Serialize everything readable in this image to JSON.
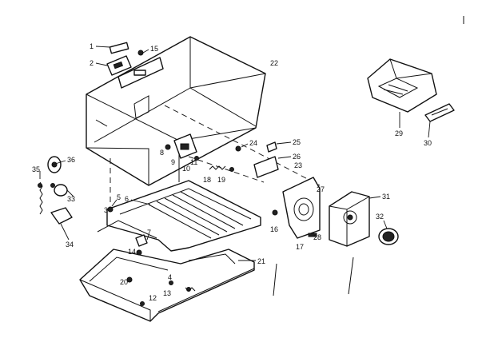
{
  "callouts": {
    "c1": "1",
    "c2": "2",
    "c15": "15",
    "c22": "22",
    "c24": "24",
    "c25": "25",
    "c26": "26",
    "c29": "29",
    "c30": "30",
    "c31": "31",
    "c32": "32",
    "c5": "5",
    "c6": "6",
    "c7": "7",
    "c3": "3",
    "c21": "21",
    "c4": "4",
    "c13": "13",
    "c12": "12",
    "c16": "16",
    "c17": "17",
    "c18": "18",
    "c19": "19",
    "c36": "36",
    "c33": "33",
    "c34": "34",
    "c35": "35",
    "c8": "8",
    "c9": "9",
    "c10": "10",
    "c11": "11",
    "c14": "14",
    "c20": "20",
    "c23": "23",
    "c27": "27",
    "c28": "28"
  }
}
